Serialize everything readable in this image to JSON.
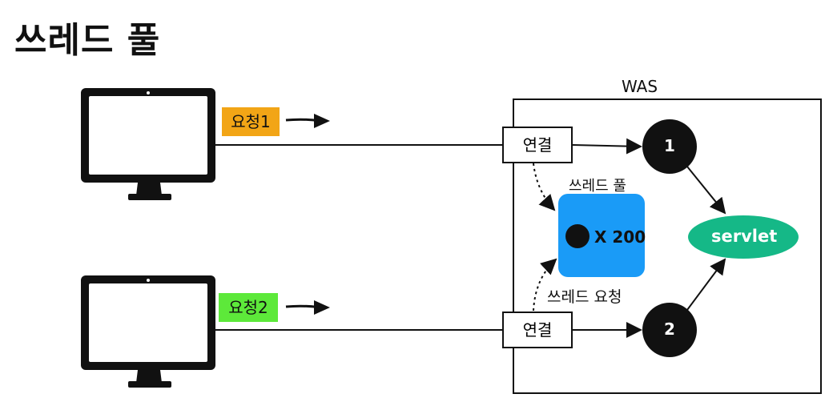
{
  "title": "쓰레드 풀",
  "was_label": "WAS",
  "requests": [
    {
      "label": "요청1",
      "color": "#F2A516"
    },
    {
      "label": "요청2",
      "color": "#5DE93A"
    }
  ],
  "connection_label": "연결",
  "thread_pool": {
    "label": "쓰레드 풀",
    "capacity_text": "X 200",
    "color": "#1A9BF7"
  },
  "thread_request_label": "쓰레드 요청",
  "threads": [
    "1",
    "2"
  ],
  "servlet": {
    "label": "servlet",
    "color": "#15B887"
  }
}
